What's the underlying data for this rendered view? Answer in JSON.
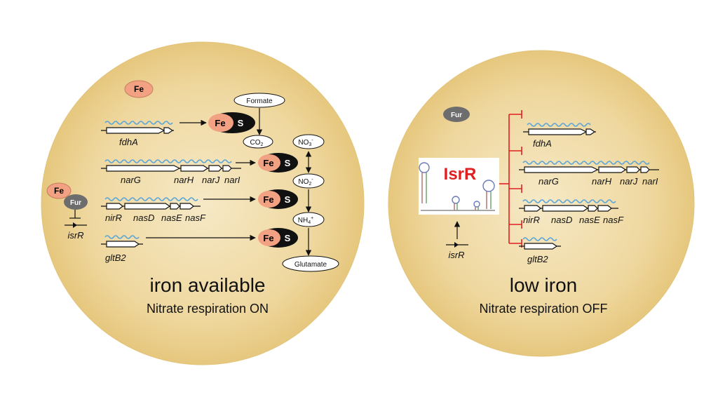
{
  "left_panel": {
    "title": "iron available",
    "subtitle": "Nitrate respiration ON",
    "fe_label": "Fe",
    "fur_label": "Fur",
    "fes_fe": "Fe",
    "fes_s": "S",
    "genes": {
      "fdhA": "fdhA",
      "narG": "narG",
      "narH": "narH",
      "narJ": "narJ",
      "narI": "narI",
      "nirR": "nirR",
      "nasD": "nasD",
      "nasE": "nasE",
      "nasF": "nasF",
      "gltB2": "gltB2",
      "isrR": "isrR"
    },
    "metabolites": {
      "formate": "Formate",
      "co2": "CO",
      "co2_sub": "2",
      "no3": "NO",
      "no3_sub": "3",
      "no3_sup": "-",
      "no2": "NO",
      "no2_sub": "2",
      "no2_sup": "-",
      "nh4": "NH",
      "nh4_sub": "4",
      "nh4_sup": "+",
      "glutamate": "Glutamate"
    }
  },
  "right_panel": {
    "title": "low iron",
    "subtitle": "Nitrate respiration OFF",
    "fur_label": "Fur",
    "isrr_label": "IsrR",
    "genes": {
      "fdhA": "fdhA",
      "narG": "narG",
      "narH": "narH",
      "narJ": "narJ",
      "narI": "narI",
      "nirR": "nirR",
      "nasD": "nasD",
      "nasE": "nasE",
      "nasF": "nasF",
      "gltB2": "gltB2",
      "isrR": "isrR"
    }
  },
  "colors": {
    "cell_fill": "#f2dfa8",
    "fe_fill": "#f2a182",
    "fur_fill": "#6d6d6d",
    "mrna_wave": "#5aa6d9",
    "repression": "#e02020",
    "isrr_text": "#e02020"
  }
}
